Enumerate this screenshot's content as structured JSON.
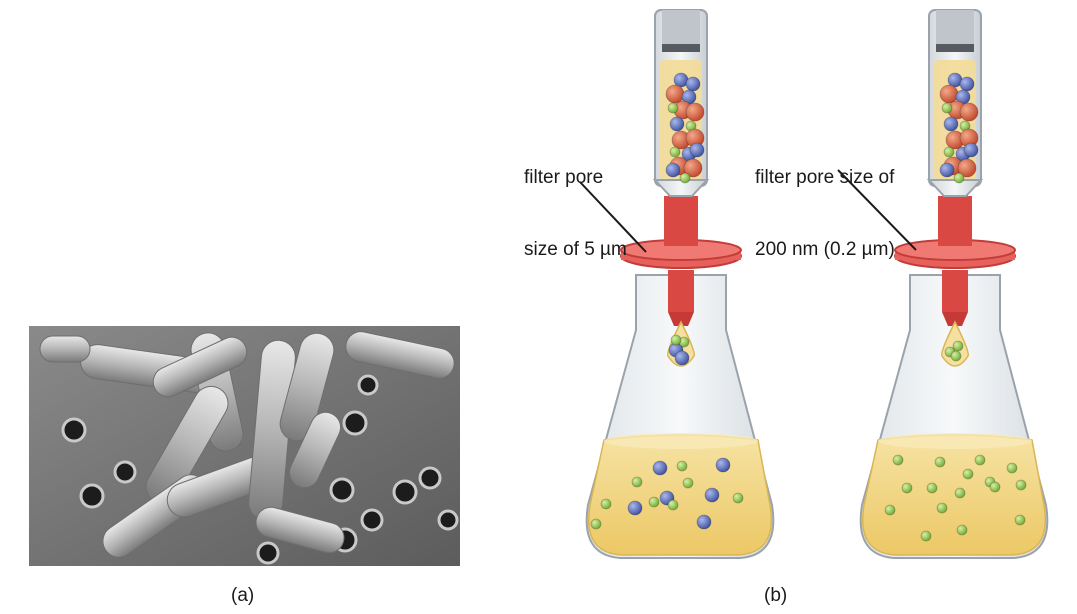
{
  "panel_a": {
    "caption": "(a)",
    "micrograph_icon": "sem-bacteria-on-filter-image"
  },
  "panel_b": {
    "caption": "(b)",
    "left_setup": {
      "label_line1": "filter pore",
      "label_line2": "size of 5 µm",
      "syringe_contents": "mixed-particles-icon",
      "flask_contents": "filtrate-with-blue-and-green-particles-icon"
    },
    "right_setup": {
      "label_line1": "filter pore size of",
      "label_line2": "200 nm (0.2 µm)",
      "syringe_contents": "mixed-particles-icon",
      "flask_contents": "filtrate-with-green-particles-only-icon"
    }
  },
  "colors": {
    "filter_red": "#e0514e",
    "liquid_yellow": "#f2d98a",
    "particle_red": "#d9603e",
    "particle_blue": "#5a6fc2",
    "particle_green": "#8cc63f"
  }
}
